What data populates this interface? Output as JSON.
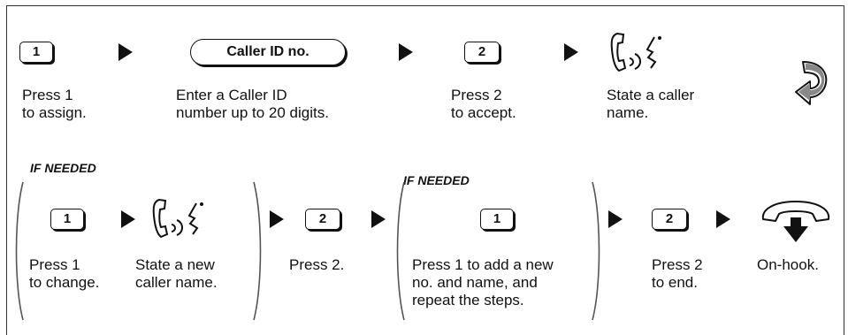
{
  "row1": {
    "step1": {
      "key": "1",
      "text_line1": "Press 1",
      "text_line2": "to assign."
    },
    "step2": {
      "key": "Caller ID no.",
      "text_line1": "Enter a Caller ID",
      "text_line2": "number up to 20 digits."
    },
    "step3": {
      "key": "2",
      "text_line1": "Press 2",
      "text_line2": "to accept."
    },
    "step4": {
      "icon": "speaking-handset-icon",
      "text_line1": "State a caller",
      "text_line2": "name."
    },
    "loop_icon": "curved-return-arrow-icon"
  },
  "row2": {
    "if_needed_1": "IF NEEDED",
    "if_needed_2": "IF NEEDED",
    "stepA": {
      "key": "1",
      "text_line1": "Press 1",
      "text_line2": "to change."
    },
    "stepB": {
      "icon": "speaking-handset-icon",
      "text_line1": "State a new",
      "text_line2": "caller name."
    },
    "stepC": {
      "key": "2",
      "text_line1": "Press 2."
    },
    "stepD": {
      "key": "1",
      "text_line1": "Press 1 to add a new",
      "text_line2": "no. and name, and",
      "text_line3": "repeat the steps."
    },
    "stepE": {
      "key": "2",
      "text_line1": "Press 2",
      "text_line2": "to end."
    },
    "stepF": {
      "icon": "on-hook-handset-icon",
      "text_line1": "On-hook."
    }
  }
}
